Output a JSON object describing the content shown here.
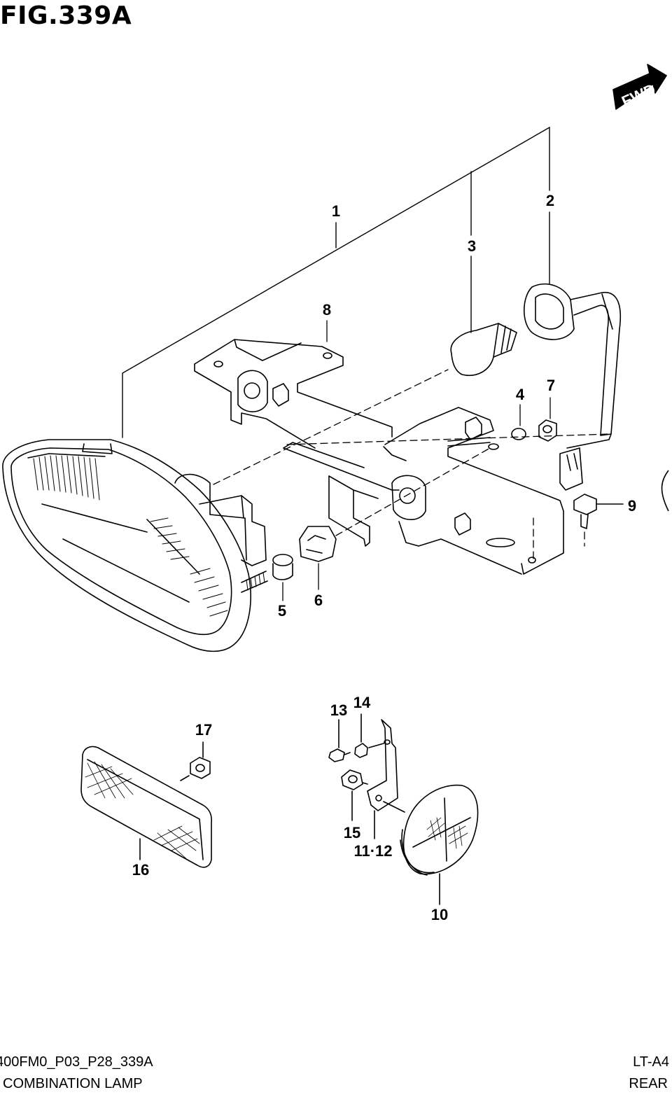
{
  "figure": {
    "title": "FIG.339A"
  },
  "badge": {
    "fwd": "FWD"
  },
  "callouts": {
    "p1": "1",
    "p2": "2",
    "p3": "3",
    "p4": "4",
    "p5": "5",
    "p6": "6",
    "p7": "7",
    "p8": "8",
    "p9": "9",
    "p10": "10",
    "p11_12": "11·12",
    "p13": "13",
    "p14": "14",
    "p15": "15",
    "p16": "16",
    "p17": "17"
  },
  "footer": {
    "code": "400FM0_P03_P28_339A",
    "description": "COMBINATION LAMP",
    "model": "LT-A4",
    "region": "REAR"
  }
}
